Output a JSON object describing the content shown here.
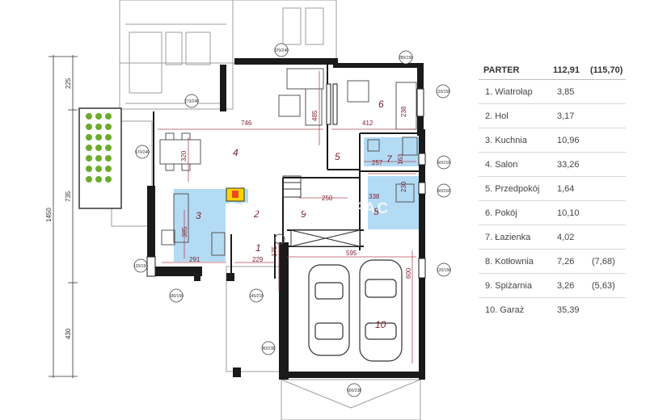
{
  "legend": {
    "title": "PARTER",
    "total_usable": "112,91",
    "total_gross": "(115,70)",
    "rooms": [
      {
        "name": "1. Wiatrołap",
        "area": "3,85",
        "extra": ""
      },
      {
        "name": "2. Hol",
        "area": "3,17",
        "extra": ""
      },
      {
        "name": "3. Kuchnia",
        "area": "10,96",
        "extra": ""
      },
      {
        "name": "4. Salon",
        "area": "33,26",
        "extra": ""
      },
      {
        "name": "5. Przedpokój",
        "area": "1,64",
        "extra": ""
      },
      {
        "name": "6. Pokój",
        "area": "10,10",
        "extra": ""
      },
      {
        "name": "7. Łazienka",
        "area": "4,02",
        "extra": ""
      },
      {
        "name": "8. Kotłownia",
        "area": "7,26",
        "extra": "(7,68)"
      },
      {
        "name": "9. Spiżarnia",
        "area": "3,26",
        "extra": "(5,63)"
      },
      {
        "name": "10. Garaż",
        "area": "35,39",
        "extra": ""
      }
    ]
  },
  "plan": {
    "room_numbers": [
      "1",
      "2",
      "3",
      "4",
      "5",
      "6",
      "7",
      "8",
      "9",
      "10"
    ],
    "left_dimensions": {
      "overall": "1450",
      "top": "225",
      "middle": "735",
      "bottom": "430"
    },
    "interior_dimensions": {
      "salon_width": "746",
      "salon_depth": "485",
      "dining_depth": "320",
      "room6_width": "412",
      "room6_depth": "238",
      "bath_width": "257",
      "bath_depth": "163",
      "boiler_width": "338",
      "boiler_depth": "230",
      "pantry_width": "250",
      "kitchen_depth": "385",
      "kitchen_width": "291",
      "hall_width": "229",
      "hall_depth": "175",
      "garage_width": "595",
      "garage_depth": "600"
    },
    "window_tags": [
      "370/240",
      "273/240",
      "570/240",
      "280/150",
      "120/150",
      "60/150",
      "60/150",
      "120/150",
      "120/150",
      "180/150",
      "145/210",
      "80/238",
      "500/238"
    ],
    "watermark": "BRACIA KADUPAC"
  },
  "colors": {
    "wet_room": "#b3dbf4",
    "walls": "#1a1a1a",
    "dimension_lines": "#b24a5a",
    "room_label": "#7a1f2f",
    "planting": "#6cab2c"
  }
}
